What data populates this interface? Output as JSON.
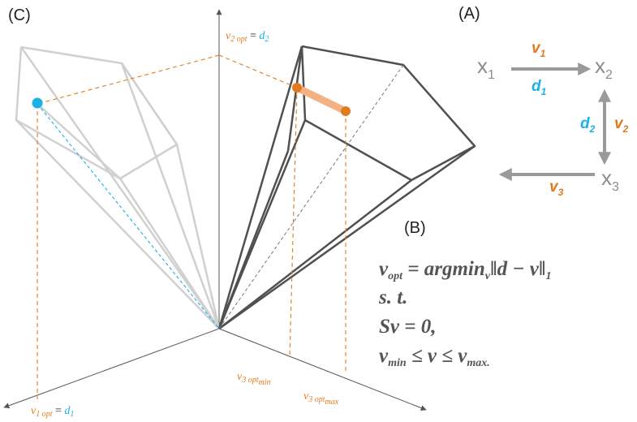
{
  "panels": {
    "a": "(A)",
    "b": "(B)",
    "c": "(C)"
  },
  "axes": {
    "v2_var": "v",
    "v2_sub": "2 opt",
    "v2_eq": " = ",
    "v2_rhs_var": "d",
    "v2_rhs_sub": "2",
    "v1_var": "v",
    "v1_sub": "1 opt",
    "v1_eq": " = ",
    "v1_rhs_var": "d",
    "v1_rhs_sub": "1",
    "v3min_var": "v",
    "v3min_sub": "3 opt",
    "v3min_subsub": "min",
    "v3max_var": "v",
    "v3max_sub": "3 opt",
    "v3max_subsub": "max"
  },
  "network": {
    "x1": "x",
    "x1_sub": "1",
    "x2": "x",
    "x2_sub": "2",
    "x3": "x",
    "x3_sub": "3",
    "v1": "v",
    "v1_sub": "1",
    "d1": "d",
    "d1_sub": "1",
    "d2": "d",
    "d2_sub": "2",
    "v2": "v",
    "v2_sub": "2",
    "v3": "v",
    "v3_sub": "3"
  },
  "equation": {
    "l1_v": "v",
    "l1_v_sub": "opt",
    "l1_mid": " = argmin",
    "l1_arg_sub": "v",
    "l1_rest": "‖d − v‖",
    "l1_norm_sub": "1",
    "l2": "s. t.",
    "l3": "Sv = 0,",
    "l4_v": "v",
    "l4_min_sub": "min",
    "l4_mid": " ≤ v ≤ v",
    "l4_max_sub": "max."
  },
  "colors": {
    "orange": "#e07b1f",
    "blue": "#1ab0e8",
    "light_gray": "#d0d0d0",
    "dark_gray": "#505050",
    "node_gray": "#8c8c8c",
    "axis": "#555555"
  }
}
